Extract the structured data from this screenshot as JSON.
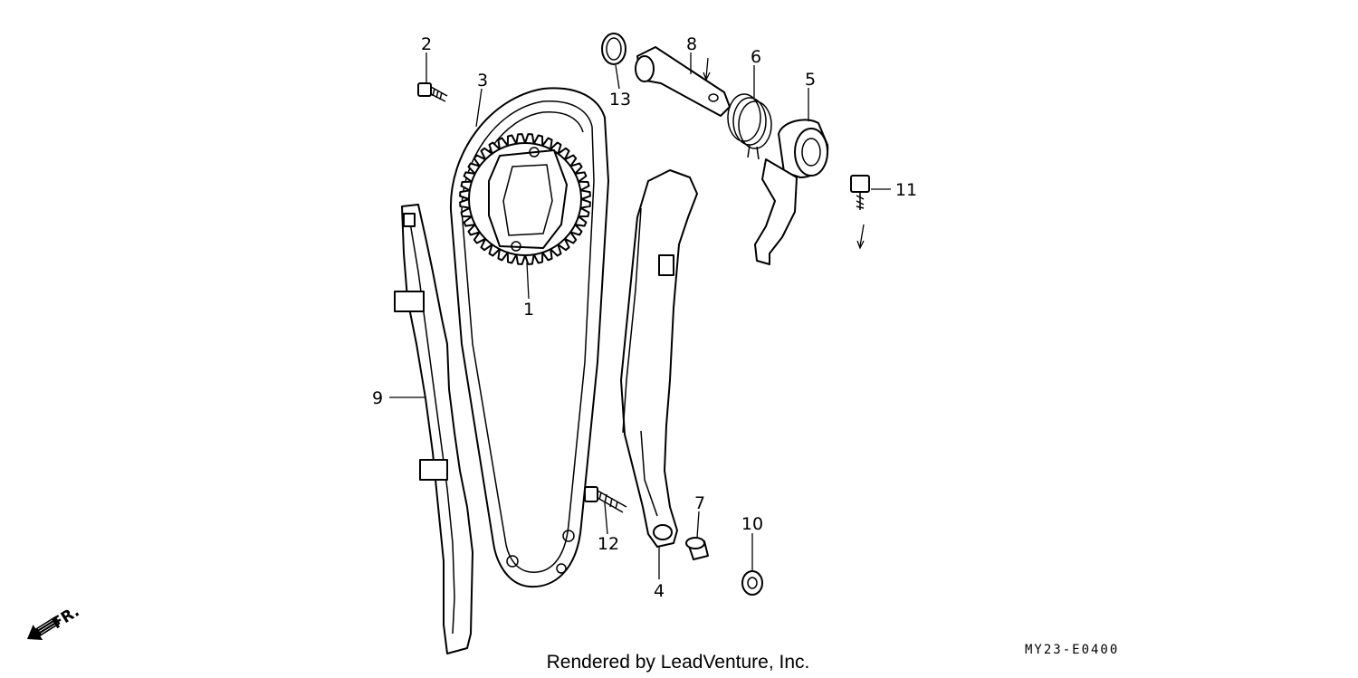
{
  "diagram": {
    "callouts": {
      "p1": "1",
      "p2": "2",
      "p3": "3",
      "p4": "4",
      "p5": "5",
      "p6": "6",
      "p7": "7",
      "p8": "8",
      "p9": "9",
      "p10": "10",
      "p11": "11",
      "p12": "12",
      "p13": "13"
    },
    "front_indicator": "FR.",
    "diagram_code": "MY23-E0400",
    "credit": "Rendered by LeadVenture, Inc."
  }
}
